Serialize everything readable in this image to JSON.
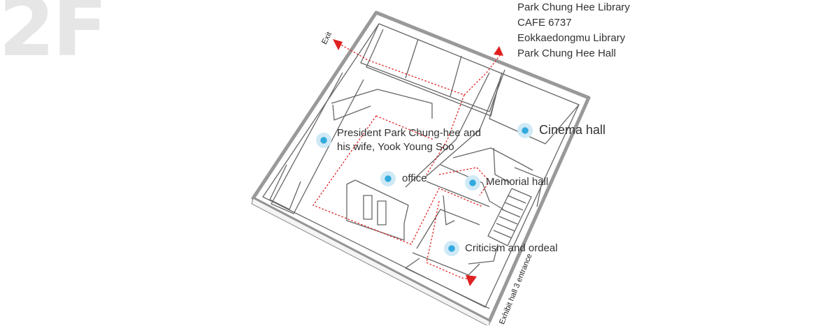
{
  "floor": "2F",
  "destinations": [
    "Park Chung Hee Library",
    "CAFE 6737",
    "Eokkaedongmu Library",
    "Park Chung Hee Hall"
  ],
  "exit_label": "Exit",
  "entrance_label": "Exhibit hall 3 entrance",
  "rooms": [
    {
      "name": "president-room",
      "line1": "President Park Chung-hee and",
      "line2": "his wife, Yook Young Soo"
    },
    {
      "name": "cinema-hall",
      "line1": "Cinema hall"
    },
    {
      "name": "office",
      "line1": "office"
    },
    {
      "name": "memorial-hall",
      "line1": "Memorial hall"
    },
    {
      "name": "criticism-room",
      "line1": "Criticism and ordeal"
    }
  ],
  "colors": {
    "pin": "#33aadd",
    "pin_halo": "#cfe9f6",
    "route": "#e02020",
    "walls": "#666666",
    "outer_wall": "#999999",
    "floor_label": "#e6e6e6"
  }
}
